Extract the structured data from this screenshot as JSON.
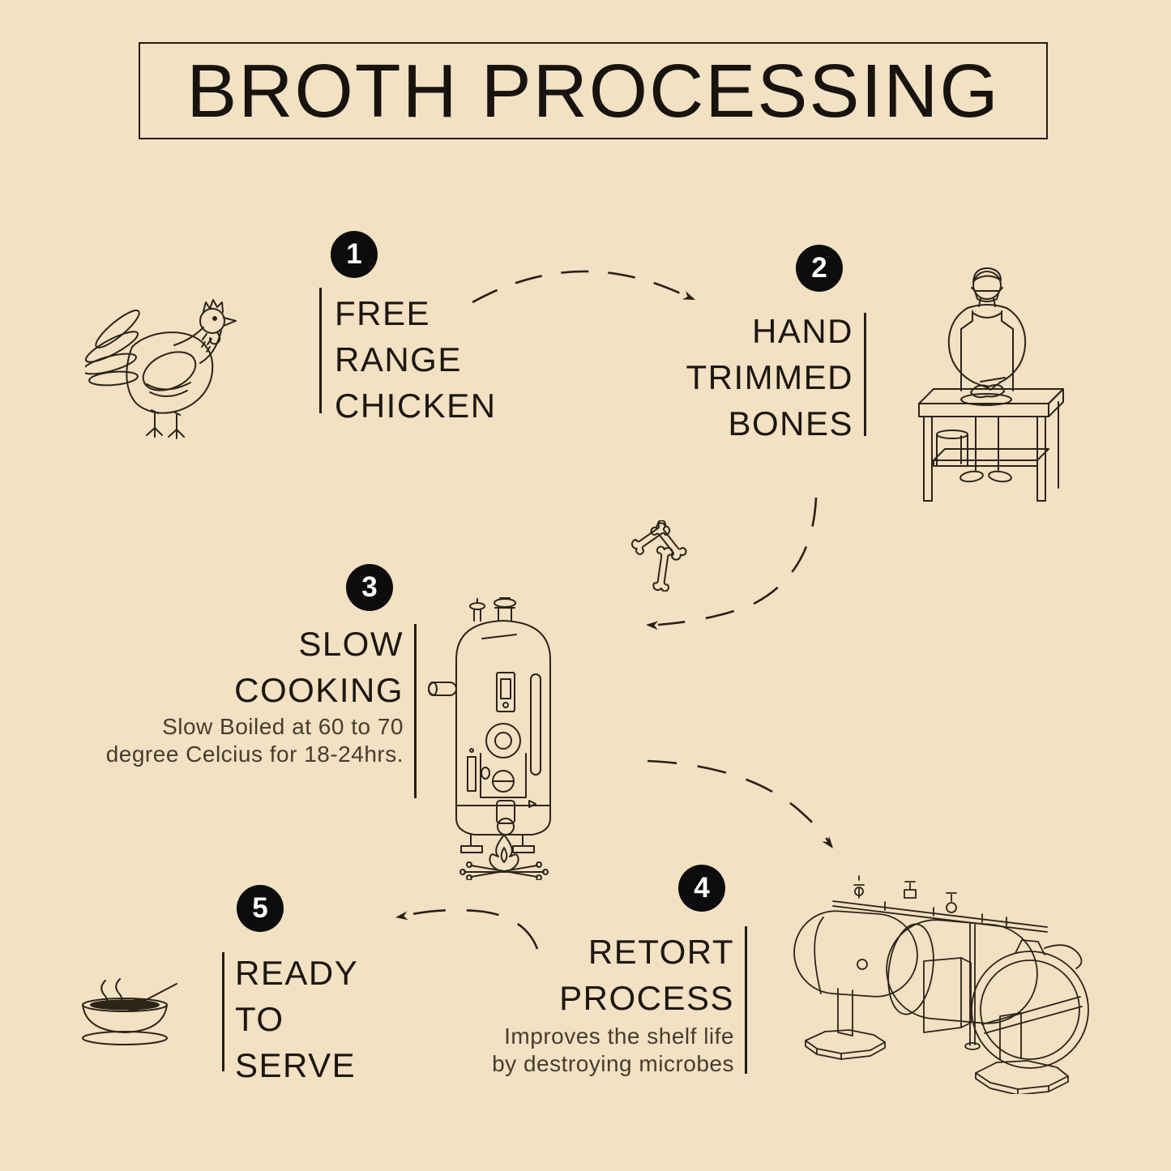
{
  "title": "BROTH PROCESSING",
  "colors": {
    "background": "#f2e1c2",
    "ink": "#241d15",
    "badge_fill": "#0c0c0c",
    "badge_text": "#ffffff"
  },
  "steps": [
    {
      "number": "1",
      "label": "FREE\nRANGE\nCHICKEN",
      "description": "",
      "icon": "chicken-icon"
    },
    {
      "number": "2",
      "label": "HAND\nTRIMMED\nBONES",
      "description": "",
      "icon": "butcher-trimming-icon"
    },
    {
      "number": "3",
      "label": "SLOW\nCOOKING",
      "description": "Slow Boiled at 60 to 70\ndegree Celcius for 18-24hrs.",
      "icon": "boiler-campfire-icon"
    },
    {
      "number": "4",
      "label": "RETORT\nPROCESS",
      "description": "Improves the shelf life\nby destroying microbes",
      "icon": "retort-machine-icon"
    },
    {
      "number": "5",
      "label": "READY\nTO\nSERVE",
      "description": "",
      "icon": "soup-bowl-icon"
    }
  ],
  "decorations": {
    "bones": "bones-icon",
    "arrows": "dashed-flow-arrows"
  }
}
